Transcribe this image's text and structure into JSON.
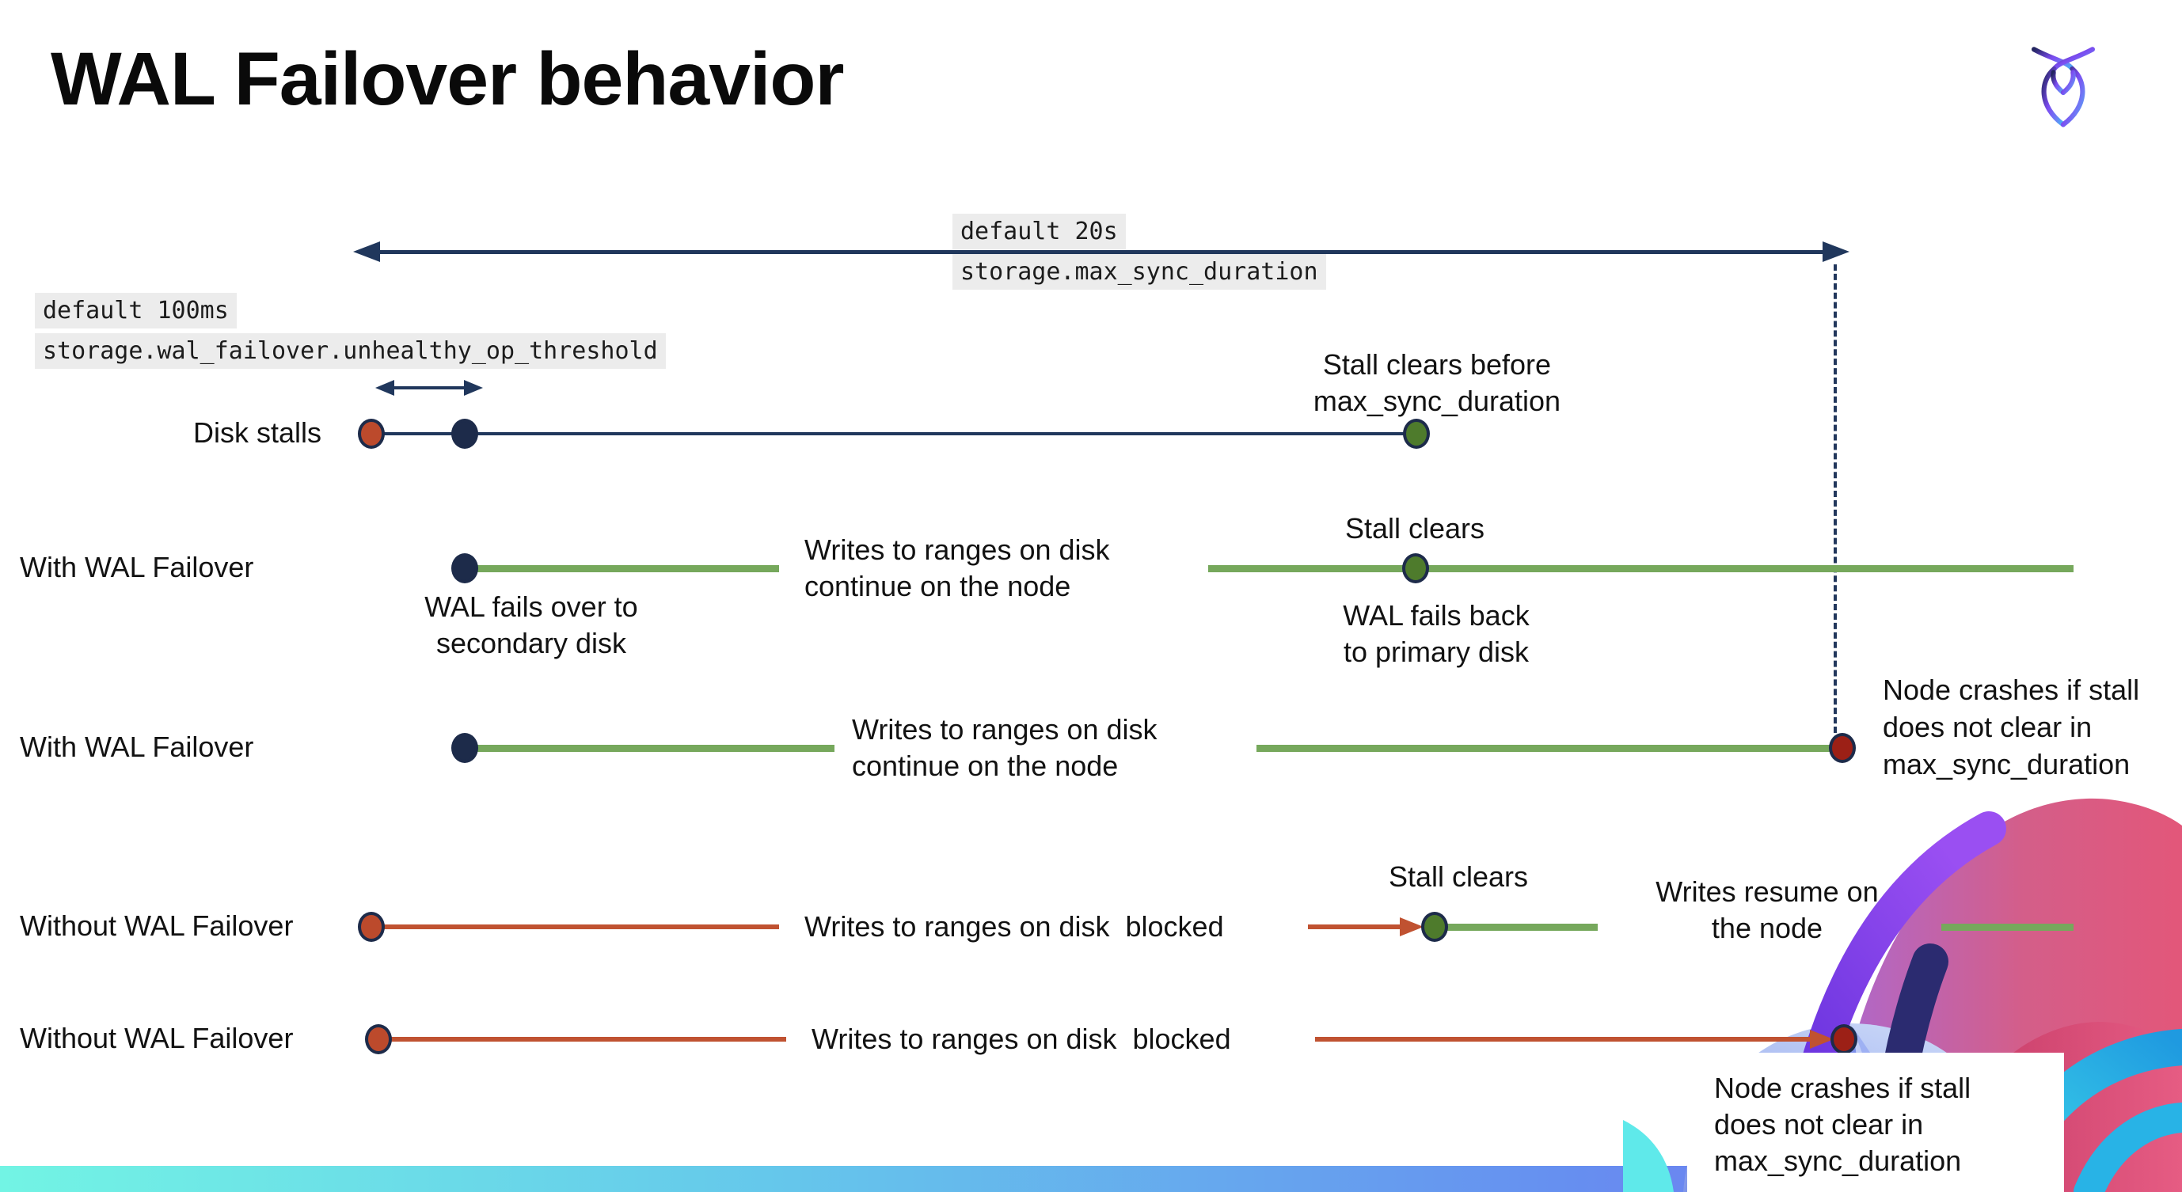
{
  "title": "WAL Failover behavior",
  "logo_name": "cockroachdb-logo",
  "annotations": {
    "max_sync": {
      "default_label": "default 20s",
      "setting": "storage.max_sync_duration"
    },
    "threshold": {
      "default_label": "default 100ms",
      "setting": "storage.wal_failover.unhealthy_op_threshold"
    }
  },
  "rows": {
    "disk_stalls": {
      "label": "Disk stalls",
      "caption": "Stall clears before\nmax_sync_duration"
    },
    "wal1": {
      "label": "With WAL Failover",
      "failover_caption": "WAL fails over to\nsecondary disk",
      "writes_caption": "Writes to ranges on disk\ncontinue on the node",
      "stall_clears": "Stall clears",
      "failback_caption": "WAL fails  back\nto primary disk"
    },
    "wal2": {
      "label": "With WAL Failover",
      "writes_caption": "Writes to ranges on disk\ncontinue on the node",
      "crash_caption": "Node crashes if stall\ndoes not clear in\nmax_sync_duration"
    },
    "without1": {
      "label": "Without WAL Failover",
      "blocked_caption": "Writes to ranges on disk  blocked",
      "stall_clears": "Stall clears",
      "resume_caption": "Writes resume on\nthe node"
    },
    "without2": {
      "label": "Without WAL Failover",
      "blocked_caption": "Writes to ranges on disk  blocked",
      "crash_caption": "Node crashes if stall\ndoes not clear in\nmax_sync_duration"
    }
  },
  "colors": {
    "navy_line": "#20375c",
    "navy_dot": "#1d2b4a",
    "green_line": "#76a85c",
    "green_dot": "#4e7b2c",
    "red_line": "#c05231",
    "red_dot": "#bc4a2c",
    "dark_red_dot": "#9c2016",
    "code_background": "#ececec",
    "bar_gradient_left": "#72f4e4",
    "bar_gradient_right": "#7d66f3"
  }
}
